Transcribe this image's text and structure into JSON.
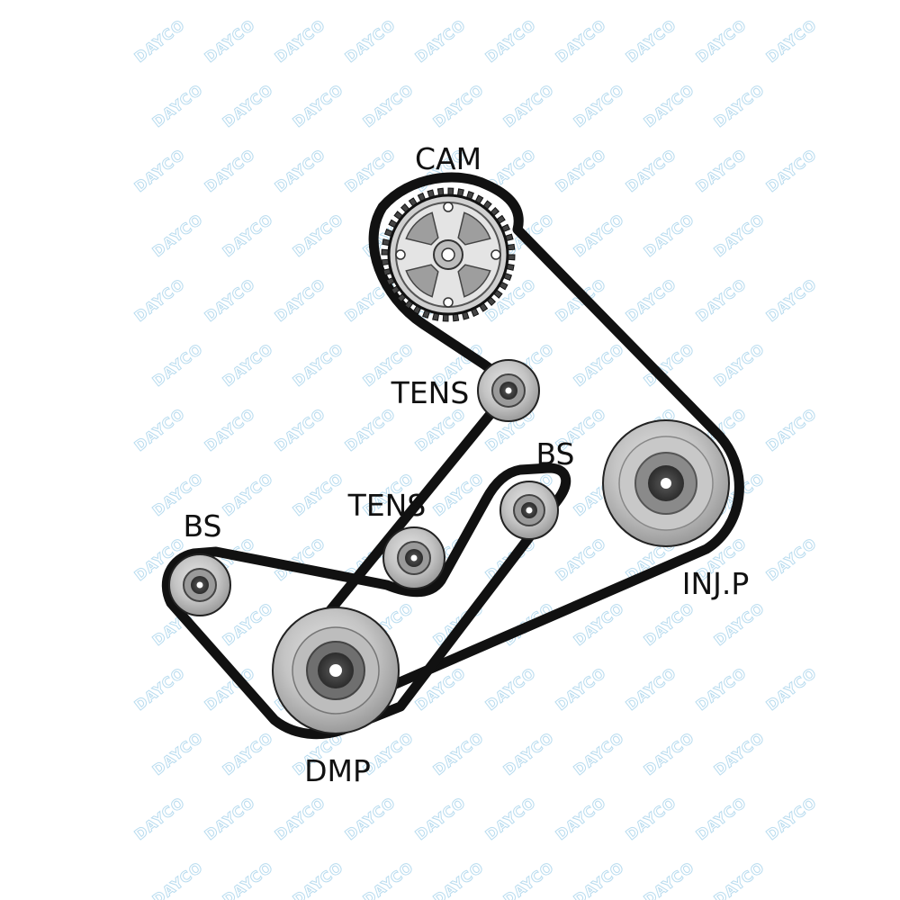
{
  "watermark": "DAYCO",
  "labels": {
    "cam": "CAM",
    "tens_upper": "TENS",
    "tens_lower": "TENS",
    "bs_right": "BS",
    "bs_left": "BS",
    "injp": "INJ.P",
    "dmp": "DMP"
  },
  "colors": {
    "belt": "#111111",
    "pulley_light": "#d3d3d3",
    "pulley_mid": "#9a9a9a",
    "pulley_dark": "#3a3a3a",
    "watermark": "#b9dcef"
  }
}
